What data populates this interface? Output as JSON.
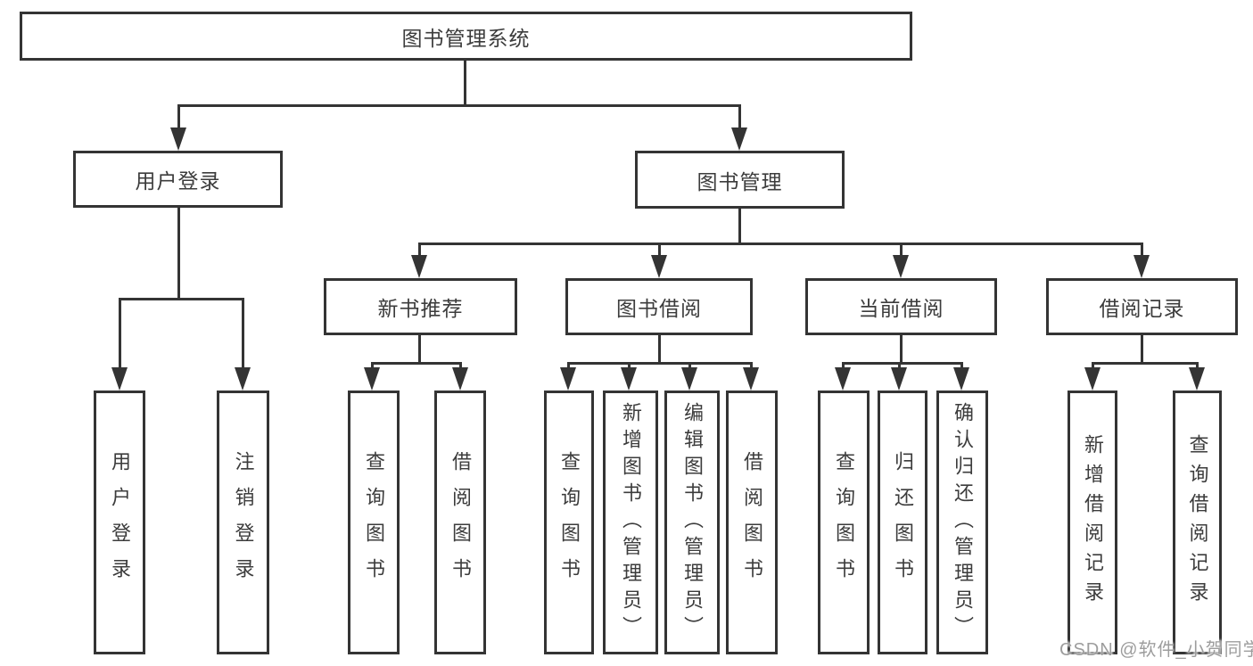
{
  "title": "图书管理系统",
  "level2": {
    "user_login": "用户登录",
    "book_mgmt": "图书管理"
  },
  "level3": {
    "new_books": "新书推荐",
    "book_borrow": "图书借阅",
    "current_borrow": "当前借阅",
    "borrow_records": "借阅记录"
  },
  "leaves": {
    "user_login": "用户登录",
    "logout": "注销登录",
    "nb_query": "查询图书",
    "nb_borrow": "借阅图书",
    "bb_query": "查询图书",
    "bb_add": "新增图书（管理员）",
    "bb_edit": "编辑图书（管理员）",
    "bb_borrow": "借阅图书",
    "cb_query": "查询图书",
    "cb_return": "归还图书",
    "cb_confirm": "确认归还（管理员）",
    "br_add": "新增借阅记录",
    "br_query": "查询借阅记录"
  },
  "watermark": "CSDN @软件_小贺同学",
  "colors": {
    "line": "#343434",
    "text": "#3c3c3c",
    "watermark": "#9d9d9d",
    "background": "#ffffff"
  }
}
